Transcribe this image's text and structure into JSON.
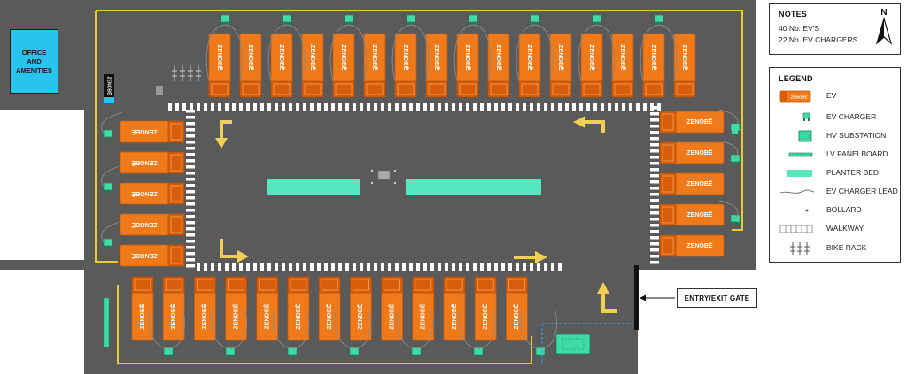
{
  "office": {
    "label_line1": "OFFICE",
    "label_line2": "AND",
    "label_line3": "AMENITIES"
  },
  "notes": {
    "title": "NOTES",
    "lines": [
      "40 No. EV'S",
      "22 No. EV CHARGERS"
    ]
  },
  "north_arrow": {
    "label": "N"
  },
  "legend": {
    "title": "LEGEND",
    "items": [
      {
        "key": "ev",
        "label": "EV"
      },
      {
        "key": "ev-charger",
        "label": "EV CHARGER"
      },
      {
        "key": "hv-substation",
        "label": "HV SUBSTATION"
      },
      {
        "key": "lv-panelboard",
        "label": "LV PANELBOARD"
      },
      {
        "key": "planter-bed",
        "label": "PLANTER BED"
      },
      {
        "key": "ev-charger-lead",
        "label": "EV CHARGER LEAD"
      },
      {
        "key": "bollard",
        "label": "BOLLARD"
      },
      {
        "key": "walkway",
        "label": "WALKWAY"
      },
      {
        "key": "bike-rack",
        "label": "BIKE RACK"
      }
    ]
  },
  "gate": {
    "label": "ENTRY/EXIT GATE"
  },
  "ev_brand": "ZENOBĒ",
  "colors": {
    "ground": "#5a5a5a",
    "ev_body": "#f07a1a",
    "ev_cab": "#d85e0c",
    "ev_accent": "#f7a25a",
    "charger": "#3ddca6",
    "planter": "#55e8c0",
    "road_line": "#e8c93a",
    "arrow": "#f1cf55",
    "office": "#29c4ee",
    "walkway": "#ffffff"
  }
}
